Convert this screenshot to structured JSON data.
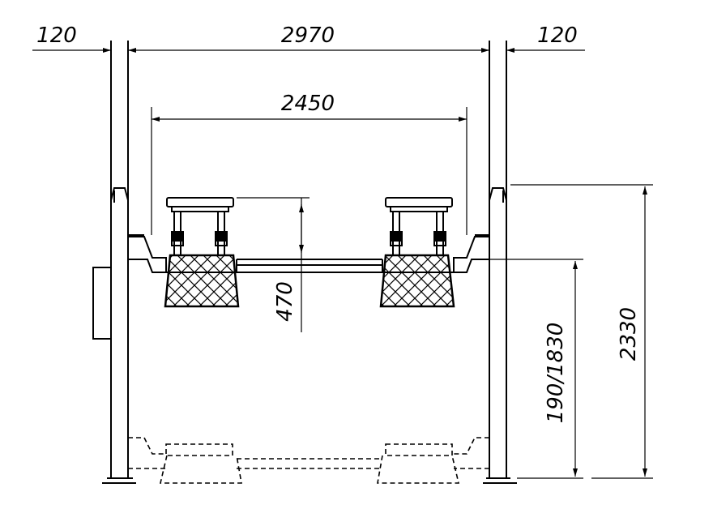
{
  "dimensions": {
    "left_offset": "120",
    "overall_width": "2970",
    "right_offset": "120",
    "inner_width": "2450",
    "pad_height": "470",
    "lift_range": "190/1830",
    "total_height": "2330"
  }
}
